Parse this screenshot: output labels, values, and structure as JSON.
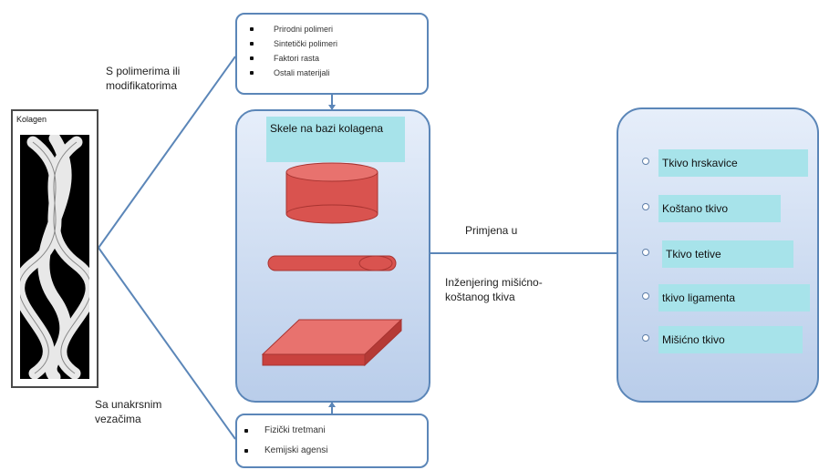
{
  "collagen": {
    "title": "Kolagen"
  },
  "top_box": {
    "items": [
      "Prirodni polimeri",
      "Sintetički polimeri",
      "Faktori rasta",
      "Ostali materijali"
    ]
  },
  "bottom_box": {
    "items": [
      "Fizički tretmani",
      "Kemijski agensi"
    ]
  },
  "labels": {
    "with_polymers": [
      "S polimerima ili",
      "modifikatorima"
    ],
    "with_crosslinkers": [
      "Sa unakrsnim",
      "vezačima"
    ],
    "application": "Primjena u",
    "engineering": [
      "Inženjering mišićno-",
      "koštanog tkiva"
    ]
  },
  "center_panel": {
    "title": "Skele na bazi kolagena"
  },
  "right_panel": {
    "items": [
      "Tkivo hrskavice",
      "Koštano tkivo",
      "Tkivo tetive",
      "tkivo ligamenta",
      "Mišićno tkivo"
    ]
  },
  "colors": {
    "panel_border": "#5b86b8",
    "label_fill": "#a7e3ea",
    "scaffold_red": "#d9534f"
  }
}
